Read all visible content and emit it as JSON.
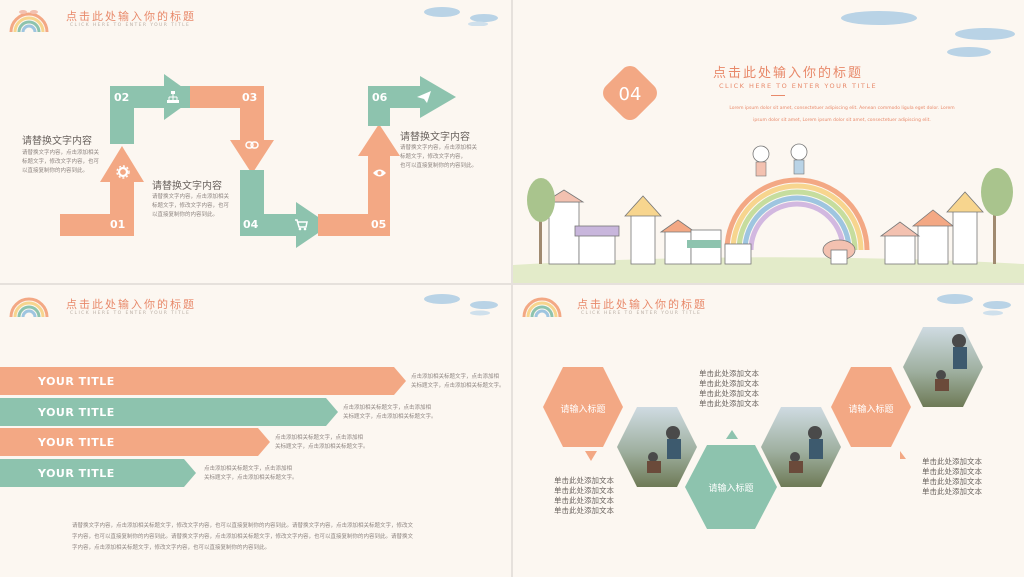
{
  "colors": {
    "salmon": "#f3a884",
    "sage": "#8dc3ae",
    "title": "#e8896a",
    "text": "#8d8580",
    "bg": "#fcf7f1"
  },
  "header": {
    "title": "点击此处输入你的标题",
    "subtitle": "CLICK HERE TO ENTER YOUR TITLE"
  },
  "slide1": {
    "steps": [
      "01",
      "02",
      "03",
      "04",
      "05",
      "06"
    ],
    "icons": [
      "gear-icon",
      "sitemap-icon",
      "link-icon",
      "cart-icon",
      "eye-icon",
      "paper-plane-icon"
    ],
    "blocks": [
      {
        "heading": "请替换文字内容",
        "lines": [
          "请替换文字内容，点击添加相关",
          "标题文字，修改文字内容，也可",
          "以直接复制你的内容到此。"
        ]
      },
      {
        "heading": "请替换文字内容",
        "lines": [
          "请替换文字内容，点击添加相关",
          "标题文字，修改文字内容，也可",
          "以直接复制你的内容到此。"
        ]
      },
      {
        "heading": "请替换文字内容",
        "lines": [
          "请替换文字内容，点击添加相关",
          "标题文字，修改文字内容，",
          "也可以直接复制你的内容到此。"
        ]
      }
    ]
  },
  "slide2": {
    "number": "04",
    "title": "点击此处输入你的标题",
    "subtitle": "CLICK HERE TO ENTER YOUR TITLE",
    "lines": [
      "Lorem ipsum dolor sit amet, consectetuer adipiscing elit. Aenean commodo ligula eget dolor. Lorem",
      "ipsum dolor sit amet, Lorem ipsum dolor sit amet, consectetuer adipiscing elit."
    ]
  },
  "slide3": {
    "ribbons": [
      {
        "label": "YOUR TITLE",
        "lines": [
          "点击添加相关标题文字，点击添加相",
          "关标题文字，点击添加相关标题文字。"
        ]
      },
      {
        "label": "YOUR TITLE",
        "lines": [
          "点击添加相关标题文字，点击添加相",
          "关标题文字，点击添加相关标题文字。"
        ]
      },
      {
        "label": "YOUR TITLE",
        "lines": [
          "点击添加相关标题文字，点击添加相",
          "关标题文字，点击添加相关标题文字。"
        ]
      },
      {
        "label": "YOUR TITLE",
        "lines": [
          "点击添加相关标题文字，点击添加相",
          "关标题文字，点击添加相关标题文字。"
        ]
      }
    ],
    "paragraph": [
      "请替换文字内容，点击添加相关标题文字，修改文字内容，也可以直接复制你的内容到此。请替换文字内容，点击添加相关标题文字，修改文",
      "字内容，也可以直接复制你的内容到此。请替换文字内容，点击添加相关标题文字，修改文字内容，也可以直接复制你的内容到此。请替换文",
      "字内容，点击添加相关标题文字，修改文字内容，也可以直接复制你的内容到此。"
    ]
  },
  "slide4": {
    "hex_labels": [
      "请输入标题",
      "请输入标题",
      "请输入标题"
    ],
    "text_top": [
      "单击此处添加文本",
      "单击此处添加文本",
      "单击此处添加文本",
      "单击此处添加文本"
    ],
    "text_left": [
      "单击此处添加文本",
      "单击此处添加文本",
      "单击此处添加文本",
      "单击此处添加文本"
    ],
    "text_right": [
      "单击此处添加文本",
      "单击此处添加文本",
      "单击此处添加文本",
      "单击此处添加文本"
    ]
  }
}
